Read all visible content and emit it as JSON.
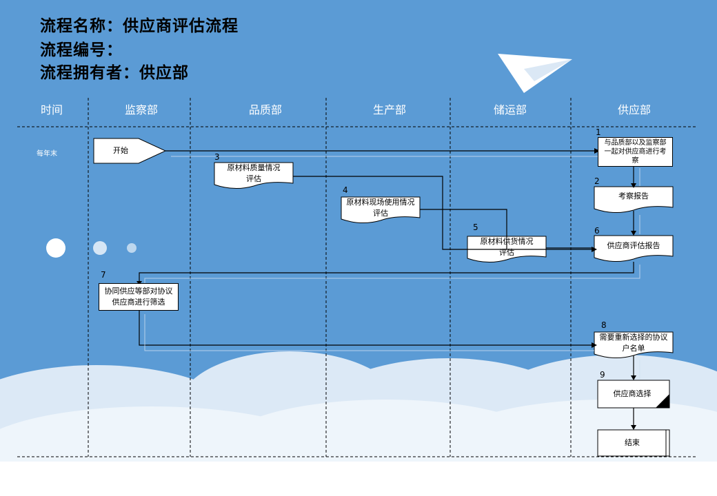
{
  "header": {
    "line1": "流程名称：供应商评估流程",
    "line2": "流程编号：",
    "line3": "流程拥有者：供应部"
  },
  "lanes": [
    "时间",
    "监察部",
    "品质部",
    "生产部",
    "储运部",
    "供应部"
  ],
  "time_label": "每年末",
  "steps": {
    "start": "开始",
    "s1": "与品质部以及监察部一起对供应商进行考察",
    "s2": "考察报告",
    "s3": "原材料质量情况评估",
    "s4": "原材料现场使用情况评估",
    "s5": "原材料供货情况评估",
    "s6": "供应商评估报告",
    "s7": "协同供应等部对协议供应商进行筛选",
    "s8": "需要重新选择的协议户名单",
    "s9": "供应商选择",
    "end": "结束"
  },
  "step_numbers": [
    "1",
    "2",
    "3",
    "4",
    "5",
    "6",
    "7",
    "8",
    "9"
  ],
  "colors": {
    "background": "#5b9bd5",
    "line": "#000000",
    "cloud": "#eaf2fa"
  }
}
